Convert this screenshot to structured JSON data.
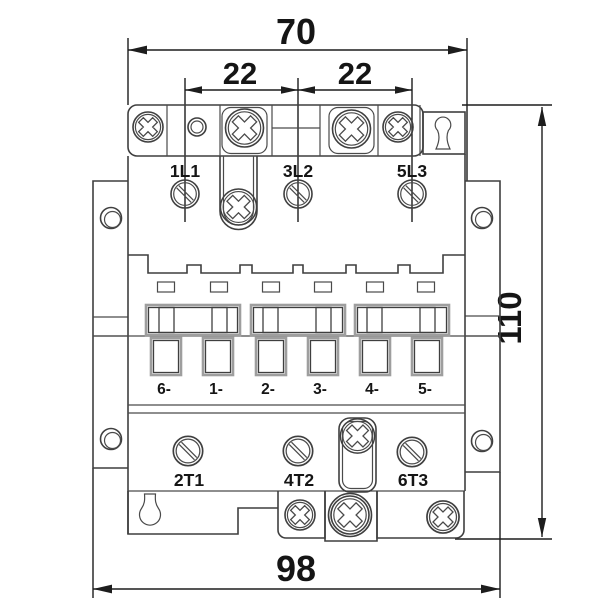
{
  "dimensions": {
    "top_width": "70",
    "pitch_left": "22",
    "pitch_right": "22",
    "height": "110",
    "bottom_width": "98"
  },
  "terminals": {
    "line": [
      "1L1",
      "3L2",
      "5L3"
    ],
    "load": [
      "2T1",
      "4T2",
      "6T3"
    ],
    "aux": [
      "6-",
      "1-",
      "2-",
      "3-",
      "4-",
      "5-"
    ]
  },
  "colors": {
    "drawing_line": "#3f3f3f",
    "dimension_line": "#1d1d1d",
    "double_outline_gray": "#9e9e9e",
    "background": "#ffffff",
    "text": "#151515"
  }
}
